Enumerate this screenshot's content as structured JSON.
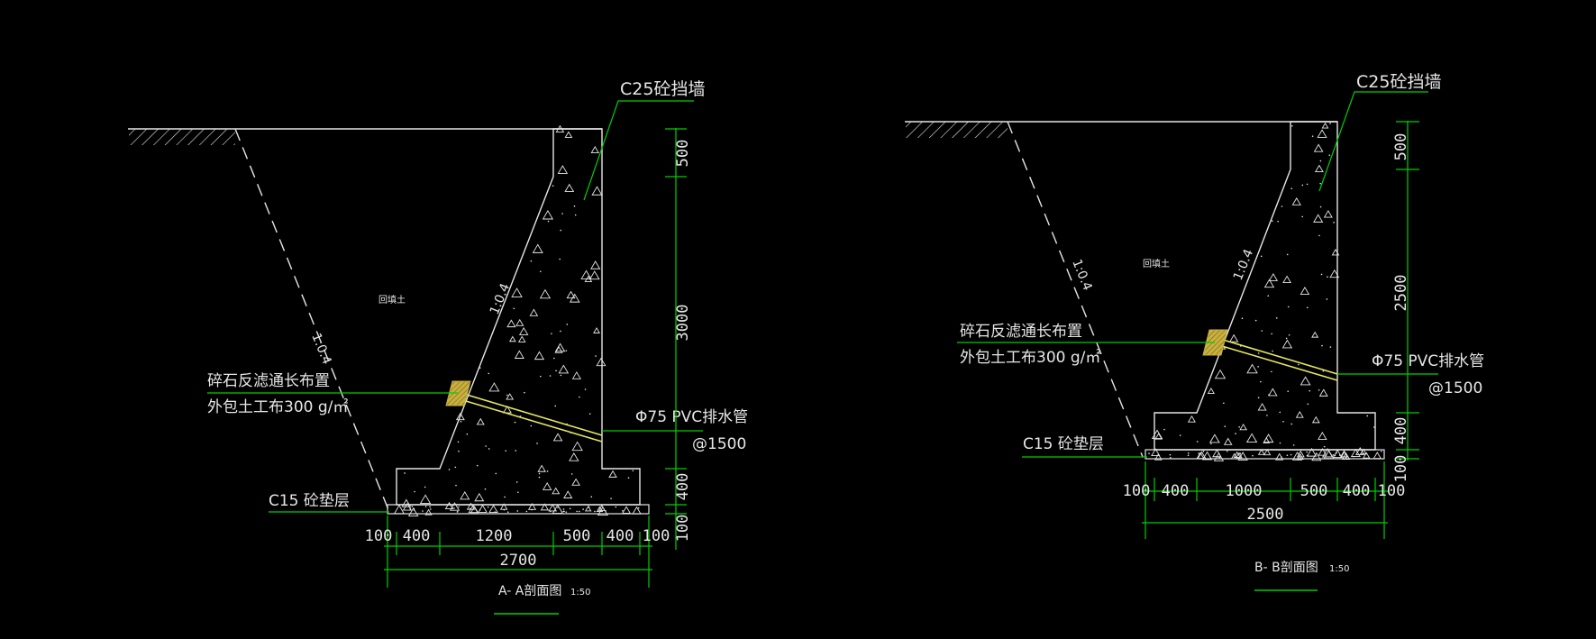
{
  "colors": {
    "background": "#000000",
    "outline": "#e6e6e6",
    "dimension": "#00d000",
    "leader": "#00d000",
    "drain_pipe": "#e8e860",
    "filter_block": "#c8b040",
    "text": "#e6e6e6"
  },
  "section_a": {
    "wall_label": "C25砼挡墙",
    "backfill_label": "回填土",
    "slope_cut": "1:0.4",
    "slope_wall": "1:0.4",
    "filter_line1": "碎石反滤通长布置",
    "filter_line2": "外包土工布300 g/㎡",
    "pipe_line1": "Φ75 PVC排水管",
    "pipe_line2": "@1500",
    "cushion_label": "C15 砼垫层",
    "dims_vertical": [
      "500",
      "3000",
      "400",
      "100"
    ],
    "dims_horizontal": [
      "100",
      "400",
      "1200",
      "500",
      "400",
      "100"
    ],
    "dim_total": "2700",
    "title": "A- A剖面图",
    "scale": "1:50"
  },
  "section_b": {
    "wall_label": "C25砼挡墙",
    "backfill_label": "回填土",
    "slope_cut": "1:0.4",
    "slope_wall": "1:0.4",
    "filter_line1": "碎石反滤通长布置",
    "filter_line2": "外包土工布300 g/㎡",
    "pipe_line1": "Φ75 PVC排水管",
    "pipe_line2": "@1500",
    "cushion_label": "C15 砼垫层",
    "dims_vertical": [
      "500",
      "2500",
      "400",
      "100"
    ],
    "dims_horizontal": [
      "100",
      "400",
      "1000",
      "500",
      "400",
      "100"
    ],
    "dim_total": "2500",
    "title": "B- B剖面图",
    "scale": "1:50"
  }
}
